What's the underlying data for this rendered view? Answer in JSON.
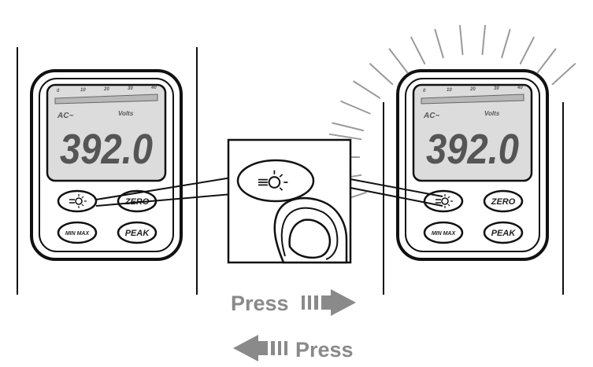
{
  "meter": {
    "scale_ticks": [
      "0",
      "10",
      "20",
      "30",
      "40"
    ],
    "mode_label": "AC~",
    "unit_label": "Volts",
    "reading": "392.0",
    "buttons": {
      "light_icon": "backlight-bulb-icon",
      "zero": "ZERO",
      "minmax": "MIN MAX",
      "peak": "PEAK"
    }
  },
  "instructions": {
    "press_on": "Press",
    "press_off": "Press"
  },
  "colors": {
    "outline": "#111111",
    "lcd_gray": "#dcdcdc",
    "press_gray": "#8a8a8a"
  }
}
